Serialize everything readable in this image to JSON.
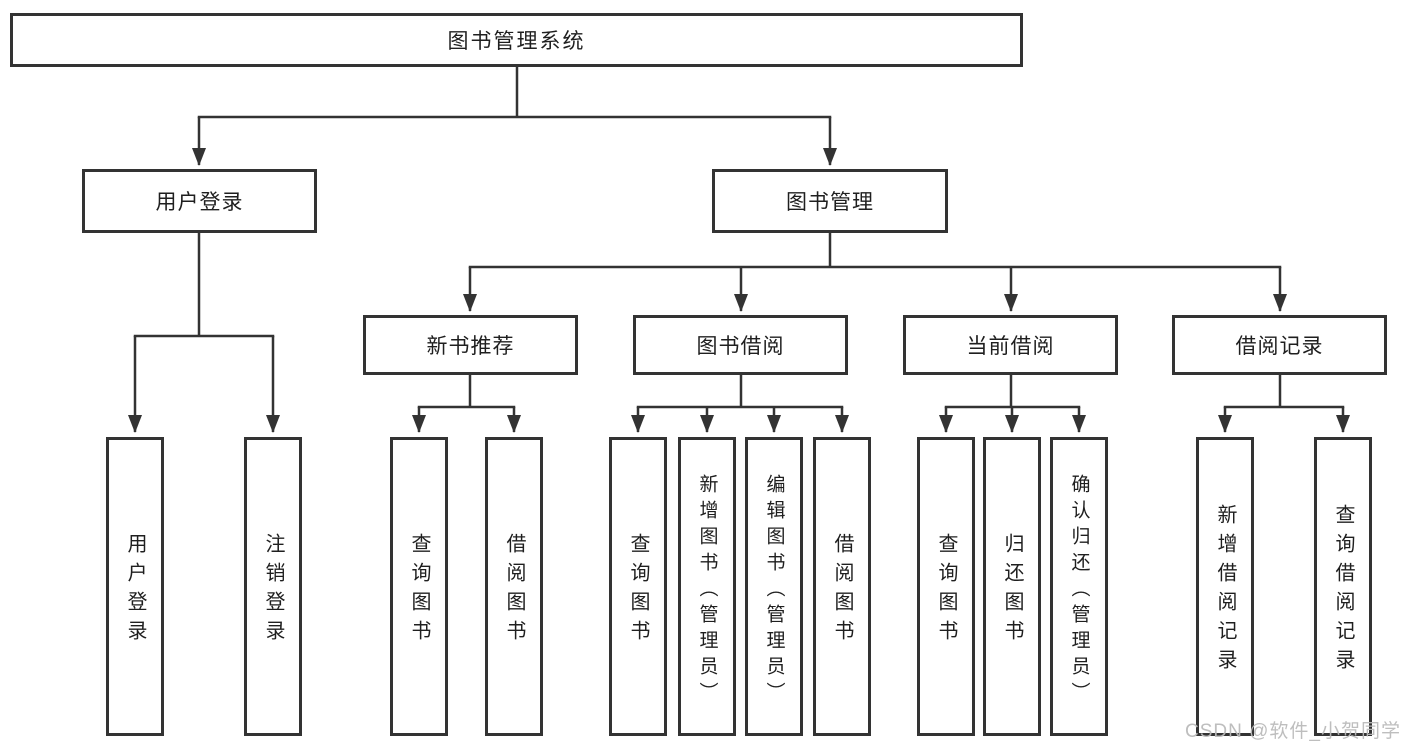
{
  "colors": {
    "line": "#333333",
    "box_border": "#333333",
    "text": "#1f1f1f",
    "background": "#ffffff",
    "watermark": "#bbbbbb"
  },
  "watermark": {
    "text": "CSDN @软件_小贺同学"
  },
  "tree": {
    "label": "图书管理系统",
    "children": [
      {
        "label": "用户登录",
        "children": [
          {
            "label": "用户登录"
          },
          {
            "label": "注销登录"
          }
        ]
      },
      {
        "label": "图书管理",
        "children": [
          {
            "label": "新书推荐",
            "children": [
              {
                "label": "查询图书"
              },
              {
                "label": "借阅图书"
              }
            ]
          },
          {
            "label": "图书借阅",
            "children": [
              {
                "label": "查询图书"
              },
              {
                "label": "新增图书（管理员）"
              },
              {
                "label": "编辑图书（管理员）"
              },
              {
                "label": "借阅图书"
              }
            ]
          },
          {
            "label": "当前借阅",
            "children": [
              {
                "label": "查询图书"
              },
              {
                "label": "归还图书"
              },
              {
                "label": "确认归还（管理员）"
              }
            ]
          },
          {
            "label": "借阅记录",
            "children": [
              {
                "label": "新增借阅记录"
              },
              {
                "label": "查询借阅记录"
              }
            ]
          }
        ]
      }
    ]
  }
}
